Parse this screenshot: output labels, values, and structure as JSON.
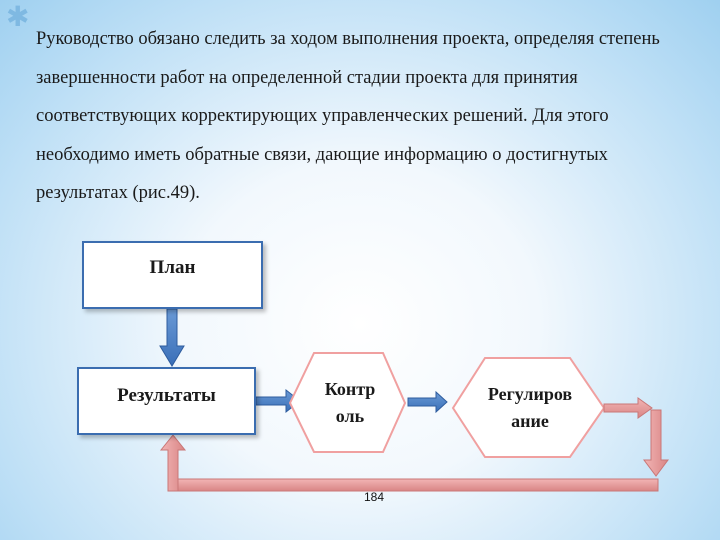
{
  "paragraph": {
    "lines": [
      "Руководство обязано следить за ходом выполнения проекта, определяя степень",
      "завершенности  работ на определенной стадии проекта для принятия",
      "соответствующих  корректирующих управленческих решений.  Для этого",
      "необходимо иметь  обратные связи, дающие информацию о достигнутых",
      "результатах (рис.49)."
    ]
  },
  "diagram": {
    "plan_label": "План",
    "results_label": "Результаты",
    "control_label_1": "Контр",
    "control_label_2": "оль",
    "regulation_label_1": "Регулиров",
    "regulation_label_2": "ание",
    "colors": {
      "box_border": "#3b6db0",
      "blue_arrow": "#4a7ec4",
      "pink_arrow": "#e39a9a",
      "hex_border": "#f0a0a0"
    }
  },
  "page_number": "184"
}
